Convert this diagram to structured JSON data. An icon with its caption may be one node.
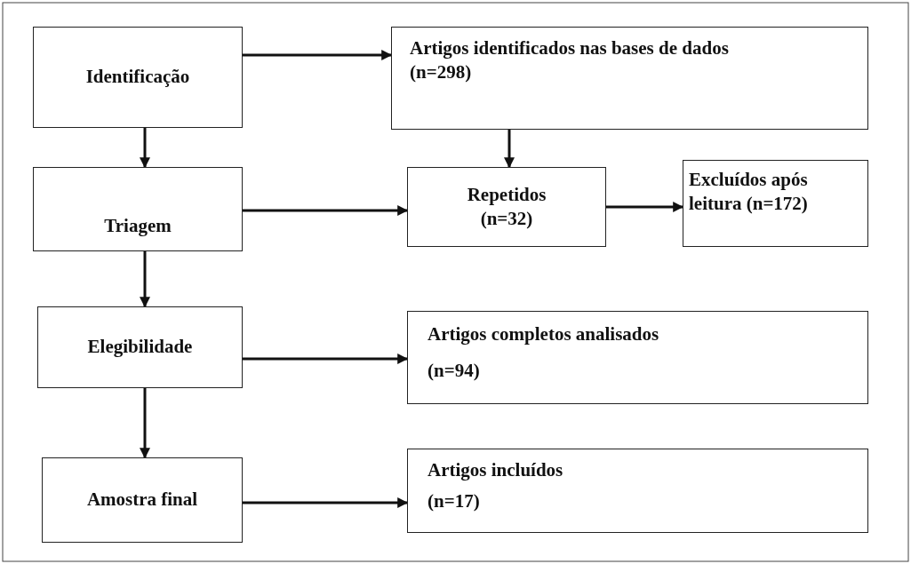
{
  "diagram": {
    "nodes": [
      {
        "text": [
          "Identificação"
        ]
      },
      {
        "text": [
          "Artigos identificados nas bases de dados (n=298)"
        ]
      },
      {
        "text": [
          "Triagem"
        ]
      },
      {
        "text": [
          "Repetidos (n=32)"
        ]
      },
      {
        "text": [
          "Excluídos após leitura (n=172)"
        ]
      },
      {
        "text": [
          "Elegibilidade"
        ]
      },
      {
        "text": [
          "Artigos completos analisados",
          "(n=94)"
        ]
      },
      {
        "text": [
          "Amostra final"
        ]
      },
      {
        "text": [
          "Artigos incluídos",
          "(n=17)"
        ]
      }
    ],
    "edges": [
      {
        "from": 0,
        "to": 1,
        "arrow": "to"
      },
      {
        "from": 0,
        "to": 2,
        "arrow": "to"
      },
      {
        "from": 1,
        "to": 3,
        "arrow": "to"
      },
      {
        "from": 2,
        "to": 3,
        "arrow": "to"
      },
      {
        "from": 3,
        "to": 4,
        "arrow": "to"
      },
      {
        "from": 2,
        "to": 5,
        "arrow": "to"
      },
      {
        "from": 5,
        "to": 6,
        "arrow": "to"
      },
      {
        "from": 5,
        "to": 7,
        "arrow": "to"
      },
      {
        "from": 7,
        "to": 8,
        "arrow": "to"
      }
    ]
  }
}
